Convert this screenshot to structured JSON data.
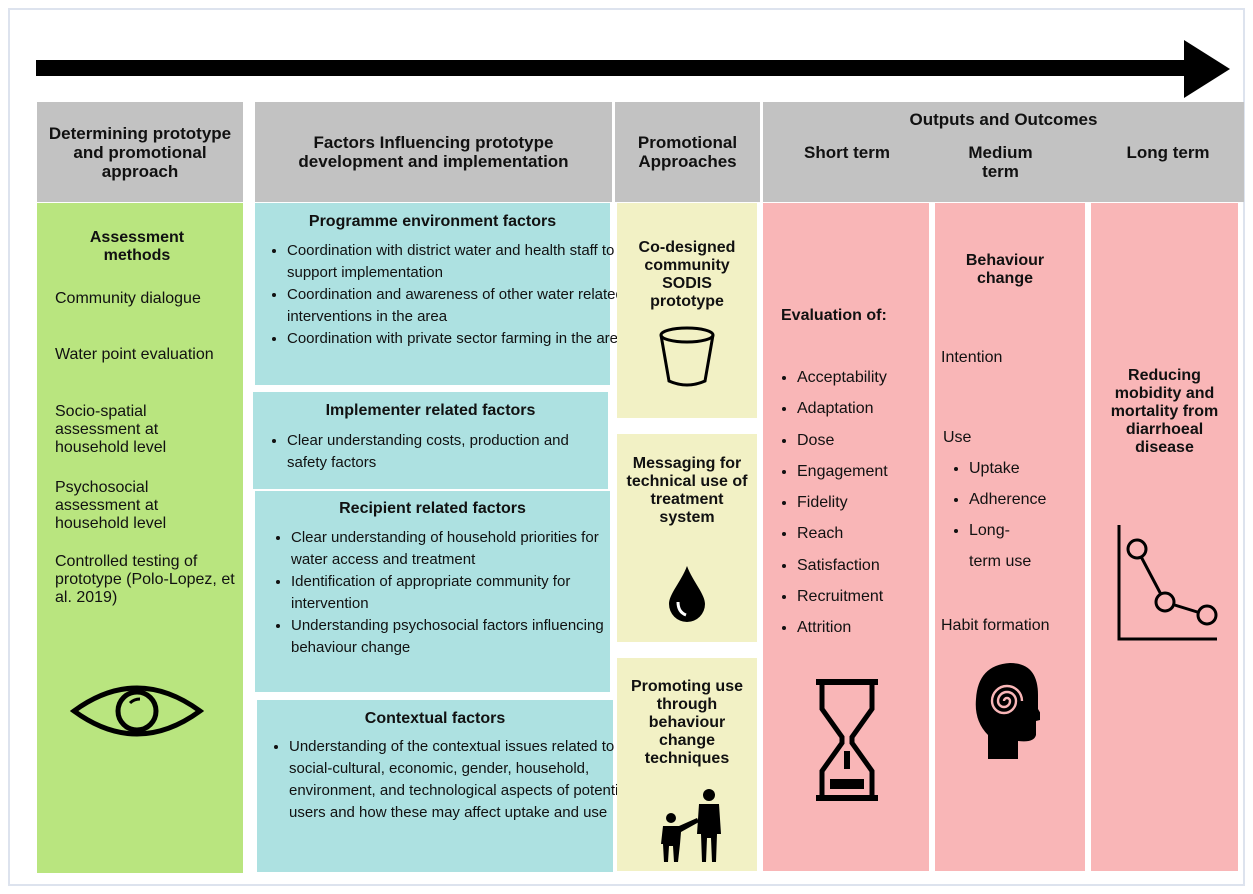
{
  "headers": {
    "col1": "Determining prototype and promotional approach",
    "col2": "Factors Influencing prototype development and implementation",
    "col3": "Promotional Approaches",
    "outputs": "Outputs and Outcomes",
    "short_term": "Short term",
    "medium_term": "Medium term",
    "long_term": "Long term"
  },
  "assessment": {
    "title": "Assessment methods",
    "items": [
      "Community dialogue",
      "Water point evaluation",
      "Socio-spatial assessment at household level",
      "Psychosocial assessment at household level",
      "Controlled testing of prototype (Polo-Lopez, et al. 2019)"
    ],
    "icon": "eye-icon"
  },
  "factors": [
    {
      "title": "Programme environment factors",
      "items": [
        "Coordination with district water and health staff to support implementation",
        "Coordination and awareness of other water related interventions in the area",
        "Coordination with private sector farming in the area"
      ]
    },
    {
      "title": "Implementer related factors",
      "items": [
        "Clear understanding costs, production and safety factors"
      ]
    },
    {
      "title": "Recipient related factors",
      "items": [
        "Clear understanding of household priorities for water access and treatment",
        "Identification of appropriate community for intervention",
        "Understanding psychosocial factors influencing behaviour change"
      ]
    },
    {
      "title": "Contextual factors",
      "items": [
        "Understanding of the contextual issues related to social-cultural, economic, gender, household, environment, and technological aspects of potential users and how these may affect uptake and use"
      ]
    }
  ],
  "approaches": [
    {
      "label": "Co-designed community SODIS prototype",
      "icon": "bucket-icon"
    },
    {
      "label": "Messaging for technical use of treatment system",
      "icon": "water-drop-icon"
    },
    {
      "label": "Promoting use through behaviour change techniques",
      "icon": "parent-child-icon"
    }
  ],
  "short_term": {
    "title": "Evaluation of:",
    "items": [
      "Acceptability",
      "Adaptation",
      "Dose",
      "Engagement",
      "Fidelity",
      "Reach",
      "Satisfaction",
      "Recruitment",
      "Attrition"
    ],
    "icon": "hourglass-icon"
  },
  "medium_term": {
    "title": "Behaviour change",
    "intention": "Intention",
    "use": "Use",
    "use_items": [
      "Uptake",
      "Adherence",
      "Long-term use"
    ],
    "habit": "Habit formation",
    "icon": "head-spiral-icon"
  },
  "long_term": {
    "title": "Reducing mobidity and mortality from diarrhoeal disease",
    "icon": "declining-line-chart-icon"
  },
  "colors": {
    "header": "#c2c2c2",
    "assessment": "#b9e57f",
    "factors": "#ade1e1",
    "approaches": "#f2f1c5",
    "outcomes": "#f9b6b7"
  }
}
